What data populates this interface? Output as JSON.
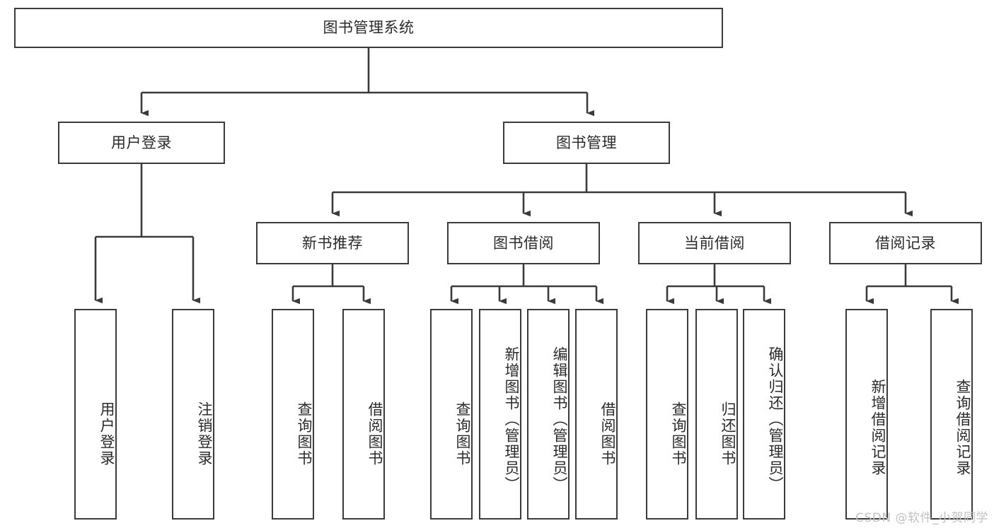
{
  "diagram": {
    "type": "hierarchy-tree",
    "title": "图书管理系统",
    "watermark": "CSDN @软件_小贺同学",
    "colors": {
      "box_border": "#3b3b3b",
      "box_fill": "#ffffff",
      "connector": "#3b3b3b",
      "text": "#2b2b2b",
      "watermark": "#c2c2c2",
      "background": "#ffffff"
    },
    "nodes": {
      "root": {
        "label": "图书管理系统"
      },
      "level1": [
        {
          "id": "user-login",
          "label": "用户登录"
        },
        {
          "id": "book-manage",
          "label": "图书管理"
        }
      ],
      "level2": [
        {
          "id": "new-book-recommend",
          "label": "新书推荐"
        },
        {
          "id": "book-borrow",
          "label": "图书借阅"
        },
        {
          "id": "current-borrow",
          "label": "当前借阅"
        },
        {
          "id": "borrow-record",
          "label": "借阅记录"
        }
      ],
      "leaves": {
        "user_login": [
          {
            "id": "leaf-user-login",
            "label": "用户登录"
          },
          {
            "id": "leaf-logout",
            "label": "注销登录"
          }
        ],
        "new_book_recommend": [
          {
            "id": "leaf-query-book-1",
            "label": "查询图书"
          },
          {
            "id": "leaf-borrow-book-1",
            "label": "借阅图书"
          }
        ],
        "book_borrow": [
          {
            "id": "leaf-query-book-2",
            "label": "查询图书"
          },
          {
            "id": "leaf-add-book",
            "label": "新增图书（管理员）"
          },
          {
            "id": "leaf-edit-book",
            "label": "编辑图书（管理员）"
          },
          {
            "id": "leaf-borrow-book-2",
            "label": "借阅图书"
          }
        ],
        "current_borrow": [
          {
            "id": "leaf-query-book-3",
            "label": "查询图书"
          },
          {
            "id": "leaf-return-book",
            "label": "归还图书"
          },
          {
            "id": "leaf-confirm-return",
            "label": "确认归还（管理员）"
          }
        ],
        "borrow_record": [
          {
            "id": "leaf-add-record",
            "label": "新增借阅记录"
          },
          {
            "id": "leaf-query-record",
            "label": "查询借阅记录"
          }
        ]
      }
    }
  }
}
